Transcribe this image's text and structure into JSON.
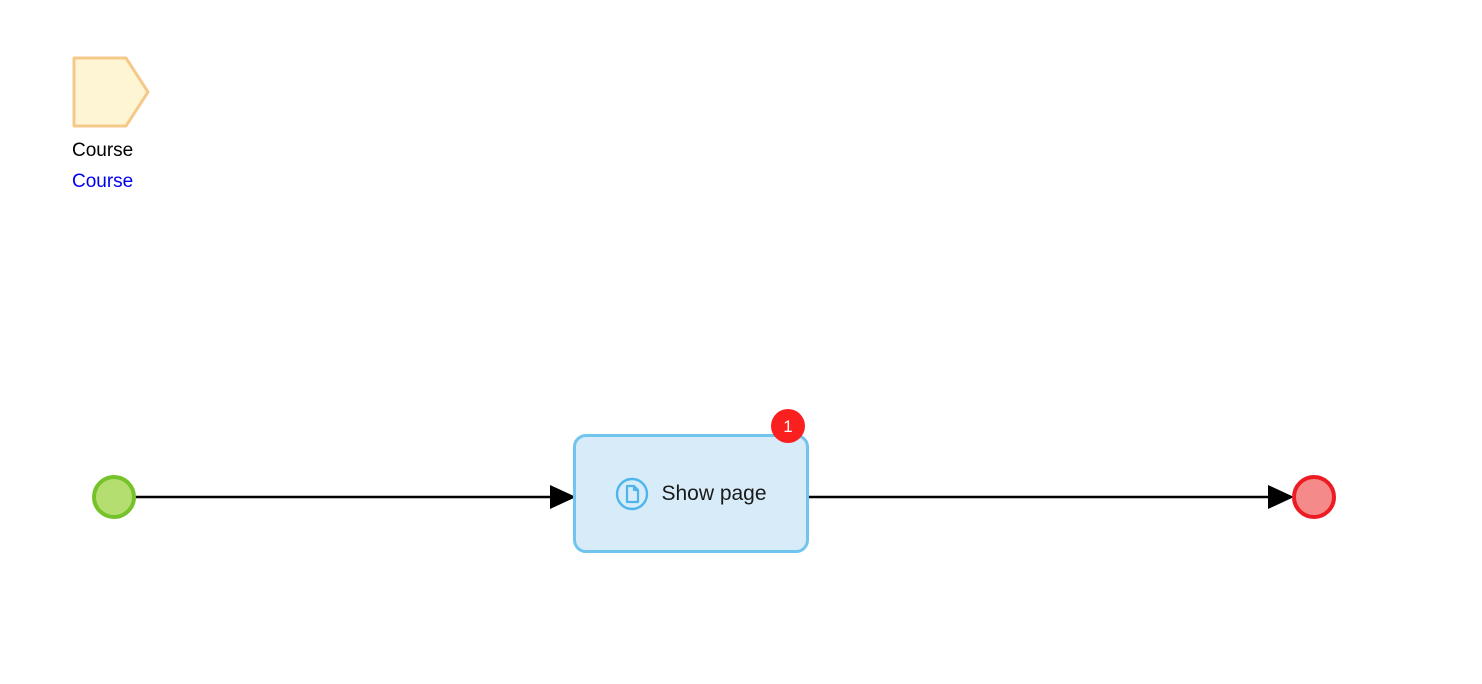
{
  "diagram": {
    "title": "",
    "colors": {
      "canvas_background": "#ffffff",
      "data_object_fill": "#fdf5d4",
      "data_object_stroke": "#f5c98a",
      "start_event_fill": "#b4de6f",
      "start_event_stroke": "#76c22b",
      "end_event_fill": "#f58a8a",
      "end_event_stroke": "#ed1c24",
      "task_fill": "#d7ecf8",
      "task_stroke": "#6fc5ed",
      "task_icon": "#4db5ec",
      "badge_fill": "#fa2020",
      "badge_text": "#ffffff",
      "connector": "#000000",
      "label_text": "#000000",
      "link_text": "#0000f0"
    },
    "data_object": {
      "name": "data-object-course",
      "shape": "pentagon-arrow",
      "label": "Course",
      "link_label": "Course"
    },
    "start_event": {
      "name": "start-event",
      "label": ""
    },
    "end_event": {
      "name": "end-event",
      "label": ""
    },
    "task": {
      "name": "task-show-page",
      "label": "Show page",
      "icon": "document-icon",
      "badge": "1"
    },
    "connectors": [
      {
        "name": "flow-start-to-task",
        "label": ""
      },
      {
        "name": "flow-task-to-end",
        "label": ""
      }
    ]
  }
}
